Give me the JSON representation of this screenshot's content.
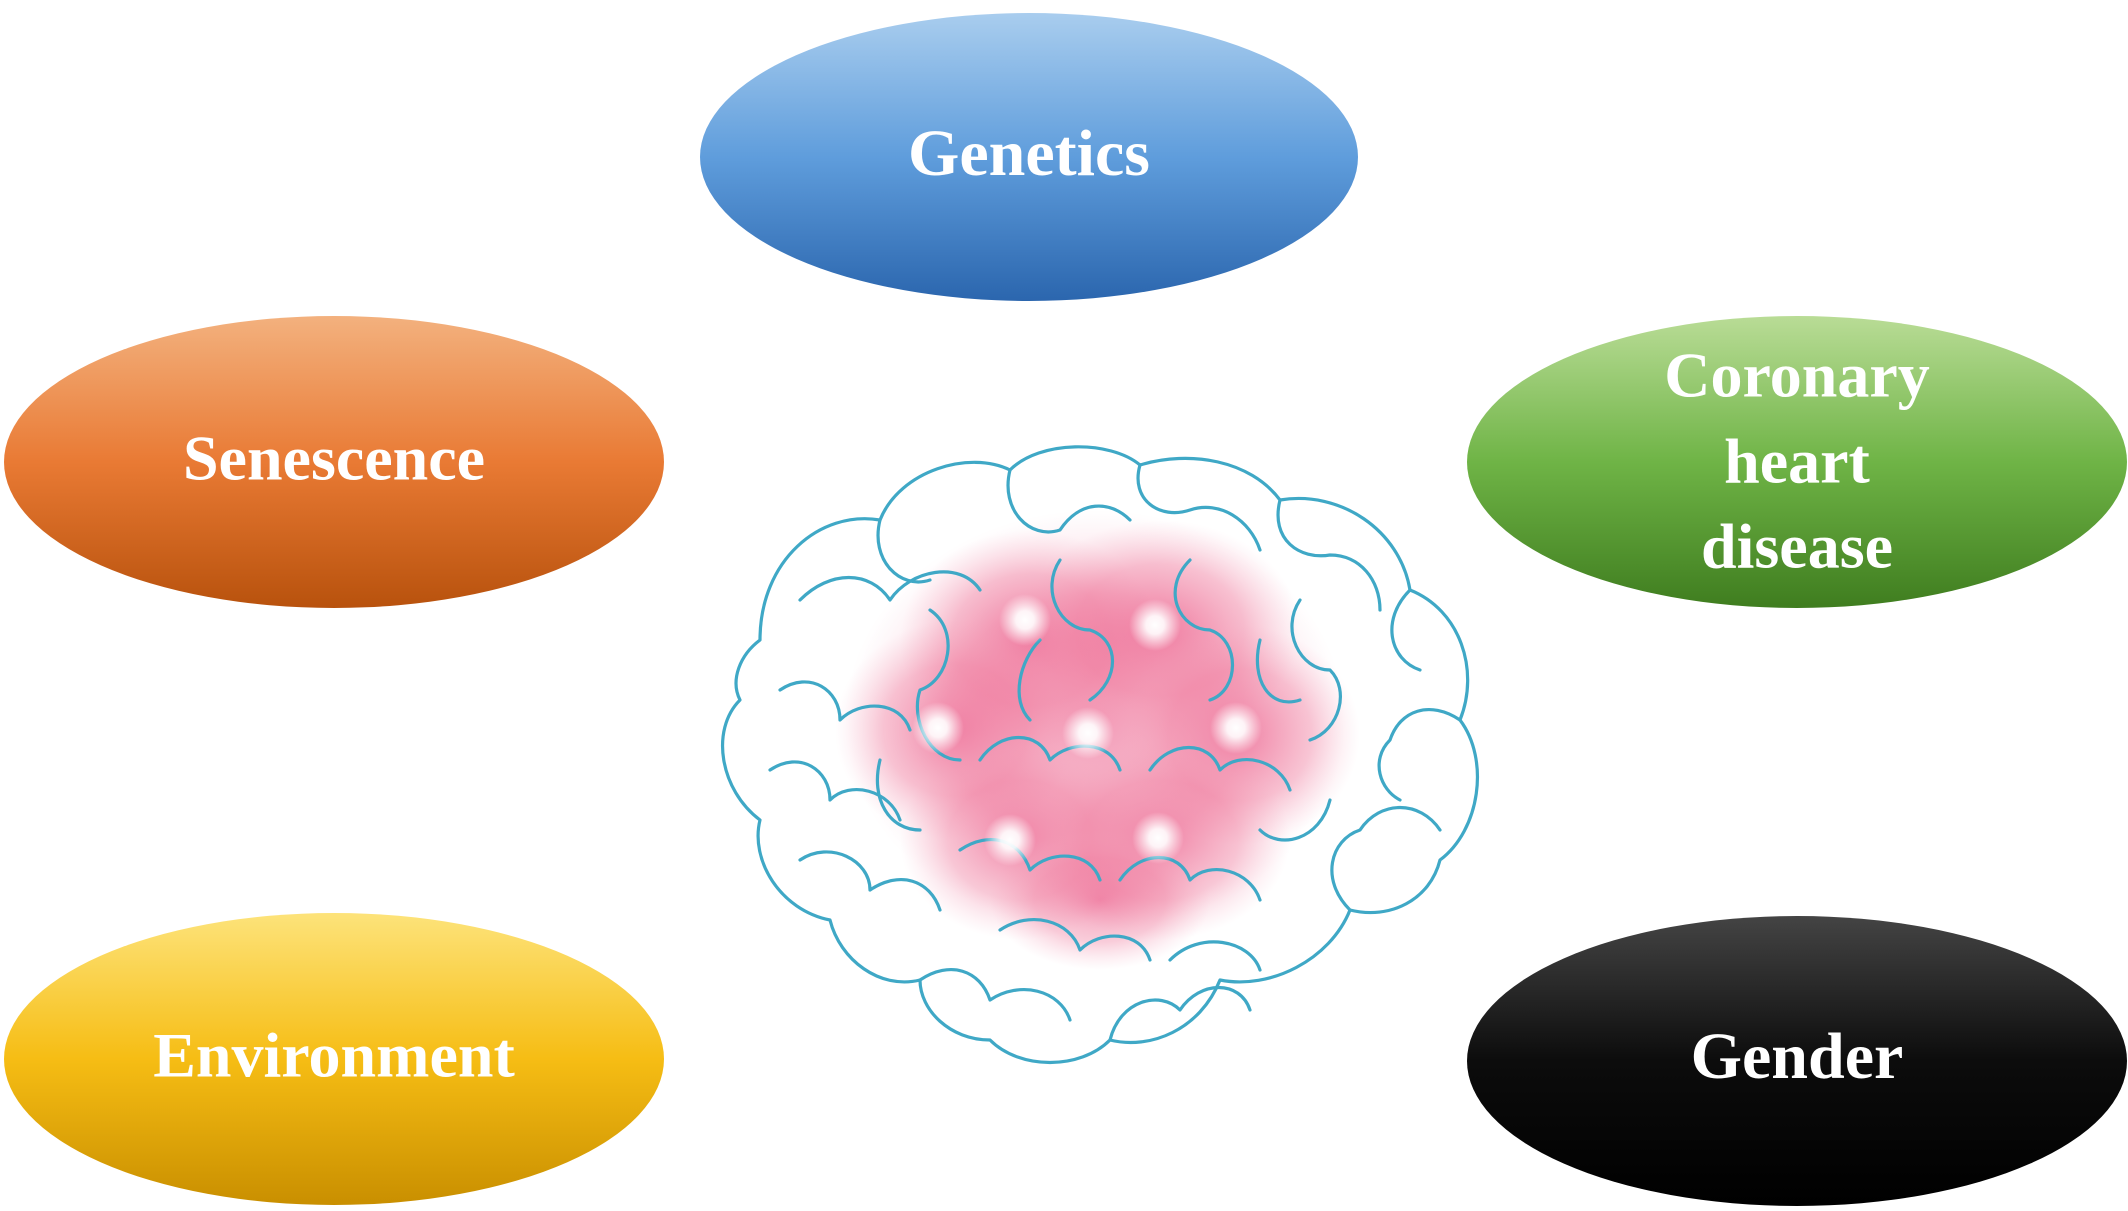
{
  "nodes": {
    "genetics": {
      "label": "Genetics",
      "color_top": "#a9cdee",
      "color_mid": "#5f9ddc",
      "color_bottom": "#2b66ae"
    },
    "senescence": {
      "label": "Senescence",
      "color_top": "#f3b17e",
      "color_mid": "#e97a34",
      "color_bottom": "#b8520d"
    },
    "coronary": {
      "label_lines": [
        "Coronary",
        "heart",
        "disease"
      ],
      "color_top": "#b9dc96",
      "color_mid": "#6fb446",
      "color_bottom": "#3f7d1f"
    },
    "environment": {
      "label": "Environment",
      "color_top": "#fde37a",
      "color_mid": "#f6bd14",
      "color_bottom": "#c98f00"
    },
    "gender": {
      "label": "Gender",
      "color_top": "#444444",
      "color_mid": "#0c0c0c",
      "color_bottom": "#000000"
    }
  },
  "center_icon": "brain-icon",
  "brain_colors": {
    "outline": "#3fa8c6",
    "glow": "#e9467a"
  }
}
